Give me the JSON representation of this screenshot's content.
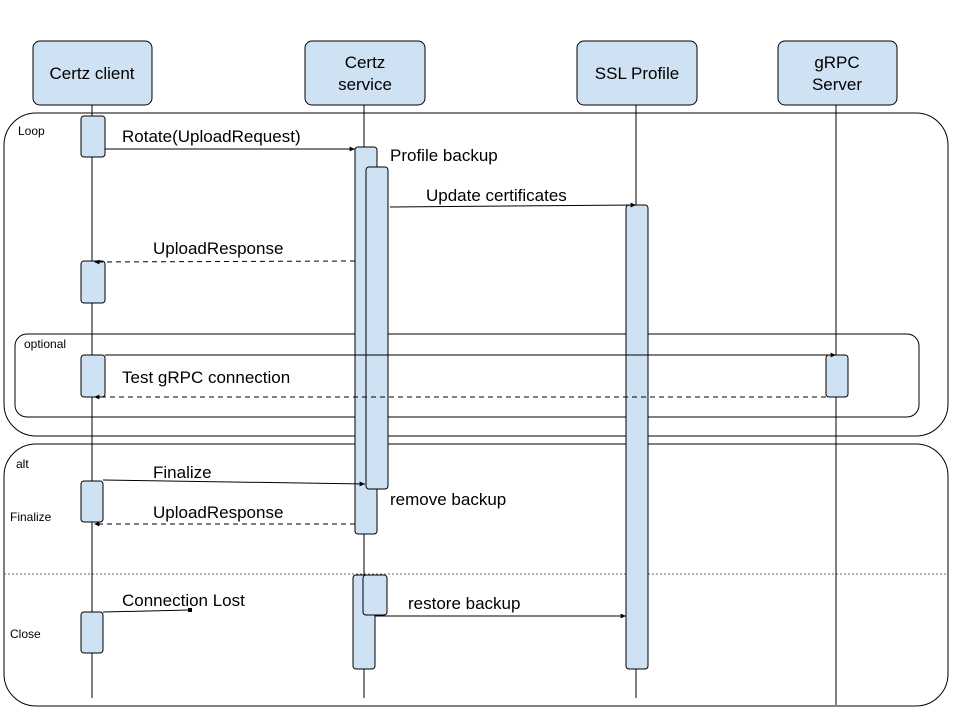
{
  "colors": {
    "box_fill": "#cfe2f3",
    "stroke": "#000000",
    "separator": "#666666"
  },
  "participants": [
    {
      "label_lines": [
        "Certz client"
      ]
    },
    {
      "label_lines": [
        "Certz",
        "service"
      ]
    },
    {
      "label_lines": [
        "SSL Profile"
      ]
    },
    {
      "label_lines": [
        "gRPC",
        "Server"
      ]
    }
  ],
  "fragments": {
    "loop": {
      "label": "Loop"
    },
    "optional": {
      "label": "optional"
    },
    "alt": {
      "label": "alt",
      "guard_1": "Finalize",
      "guard_2": "Close"
    }
  },
  "messages": {
    "rotate": "Rotate(UploadRequest)",
    "profile_backup": "Profile backup",
    "update_certificates": "Update certificates",
    "upload_response_1": "UploadResponse",
    "test_grpc": "Test gRPC connection",
    "finalize": "Finalize",
    "remove_backup": "remove backup",
    "upload_response_2": "UploadResponse",
    "connection_lost": "Connection Lost",
    "restore_backup": "restore backup"
  }
}
